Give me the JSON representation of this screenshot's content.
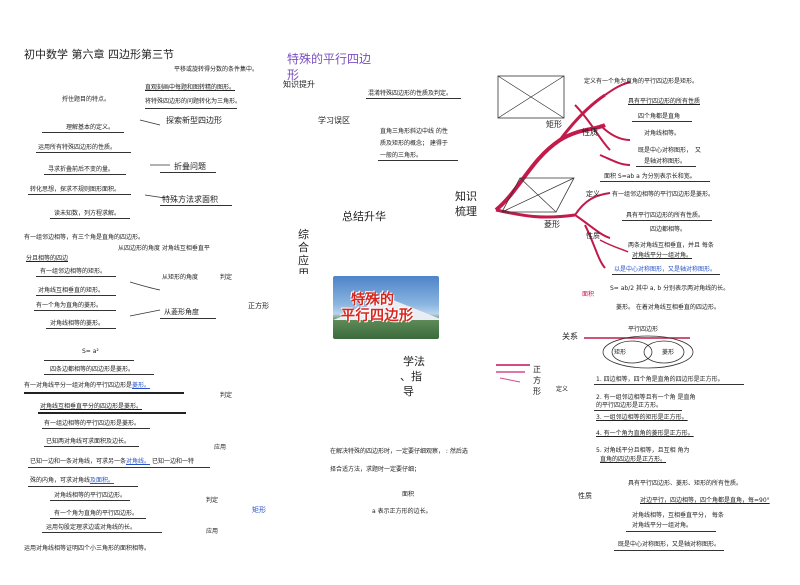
{
  "header": {
    "chapter_title": "初中数学 第六章 四边形第三节",
    "subtitle_line": "平移或旋转得分数的条件集中。",
    "main_title_1": "特殊的平行四边",
    "main_title_2": "形",
    "knowledge_lift": "知识提升"
  },
  "left": {
    "l1": "直观刻画中每题和图转精的图形。",
    "l2": "捋住题目的特点。",
    "l3": "将特殊四边形的问题转化为三角形。",
    "explore": "探索新型四边形",
    "l4": "理解基本的定义。",
    "l5": "运用所有特殊四边形的性质。",
    "fold": "折叠问题",
    "l6": "寻求折叠前后不变的量。",
    "l7": "转化思想，探求不规则图形面积。",
    "special_method": "特殊方法求面积",
    "l8": "读未知数，列方程求解。",
    "l9": "有一组邻边相等，有三个角是直角的四边形。",
    "l10": "从四边形的角度 对角线互相垂直平",
    "l11": "分且相等的四边",
    "decide1": "判定",
    "l12": "有一组邻边相等的矩形。",
    "l13": "从矩形的角度",
    "l14": "对角线互相垂直的矩形。",
    "square_label": "正方形",
    "l15": "有一个角为直角的菱形。",
    "l16": "从菱形角度",
    "l17": "对角线相等的菱形。",
    "formula": "S= a²",
    "l18": "四条边都相等的四边形是菱形。",
    "l19": "有一对角线平分一组对角的平行四边形是",
    "l19b": "菱形。",
    "decide2": "判定",
    "l20": "对角线互相垂直平分的四边形是菱形。",
    "l21": "有一组边相等的平行四边形是菱形。",
    "l22": "已知两对角线可求面积及边长。",
    "apply1": "应用",
    "l23": "已知一边和一条对角线，可求另一条",
    "l23b": "对角线。",
    "l23c": "已知一边和一特",
    "l24": "殊的内角，可求对角线",
    "l24b": "及面积。",
    "l25": "对角线相等的平行四边形。",
    "decide3": "判定",
    "rect_label": "矩形",
    "l26": "有一个角为直角的平行四边形。",
    "l27": "运用勾股定理求边或对角线的长。",
    "apply2": "应用",
    "l28": "运用对角线相等证明四个小三角形的面积相等。"
  },
  "middle": {
    "study_zone": "学习误区",
    "m1": "混淆特殊四边形的性质及判定。",
    "m2": "直角三角形斜边中线 的性",
    "m3": "质及矩形的概念； 建得于",
    "m4": "一般的三角形。",
    "summary": "总结升华",
    "knowledge_comb_1": "知识",
    "knowledge_comb_2": "梳理",
    "comp_1": "综",
    "comp_2": "合",
    "comp_3": "应",
    "comp_4": "用",
    "banner_1": "特殊的",
    "banner_2": "平行四边形",
    "method_1": "学法",
    "method_2": "、指",
    "method_3": "导",
    "m5": "在解决特殊的四边形时，一定要仔细观察，",
    "m5b": "然后选",
    "m6": "择合适方法，求题时一定要仔细；",
    "area": "面积",
    "m7": "a 表示正方形的边长。",
    "square_vert": "正方形",
    "define": "定义"
  },
  "right": {
    "rect_branch": "矩形",
    "property": "性质",
    "r1": "定义有一个角为直角的平行四边形是矩形。",
    "r2": "具有平行四边形的所有性质",
    "r3": "四个角都是直角",
    "r4": "对角线相等。",
    "r5": "既是中心对称图形，",
    "r5b": "又",
    "r6": "是轴对称图形。",
    "r7": "面积 S=ab a 为分别表示长和宽。",
    "define2": "定义",
    "r8": "有一组邻边相等的平行四边形是菱形。",
    "rhombus_branch": "菱形",
    "property2": "性质",
    "r9": "具有平行四边形的所有性质。",
    "r10": "四边都相等。",
    "r11": "两条对角线互相垂直，",
    "r11b": "并且 每条",
    "r12": "对角线平分一组对角。",
    "r13": "以是中心对称图形，又是轴对称图形。",
    "area2": "面积",
    "r14": "S= ab/2 其中 a, b 分别表示两对角线的长。",
    "r15": "菱形。 在着对角线互相垂直的四边形。",
    "relation": "关系",
    "venn_top": "平行四边形",
    "venn_left": "矩形",
    "venn_right": "菱形",
    "define3": "定义",
    "sq_vertical": "正方形",
    "s1": "1. 四边相等，四个角是直角的四边形是正方形。",
    "s2a": "2. 有一组邻边相等且有一个角  是直角",
    "s2b": "的平行四边形是正方形。",
    "s3": "3. 一组邻边相等的矩形是正方形。",
    "s4": "4. 有一个角为直角的菱形是正方形。",
    "s5a": "5. 对角线平分且相等，且互相  角为",
    "s5b": "直角的四边形是正方形。",
    "s6": "具有平行四边形、菱形、矩形的所有性质。",
    "property3": "性质",
    "s7": "对边平行，四边相等，四个角都是直角，每=90°",
    "s8": "对角线相等，互相垂直平分，  每条",
    "s9": "对角线平分一组对角。",
    "s10": "既是中心对称图形，又是轴对称图形。"
  },
  "colors": {
    "branch": "#c21a4a",
    "blue_text": "#2b55c9",
    "banner_red": "#d6281f"
  }
}
